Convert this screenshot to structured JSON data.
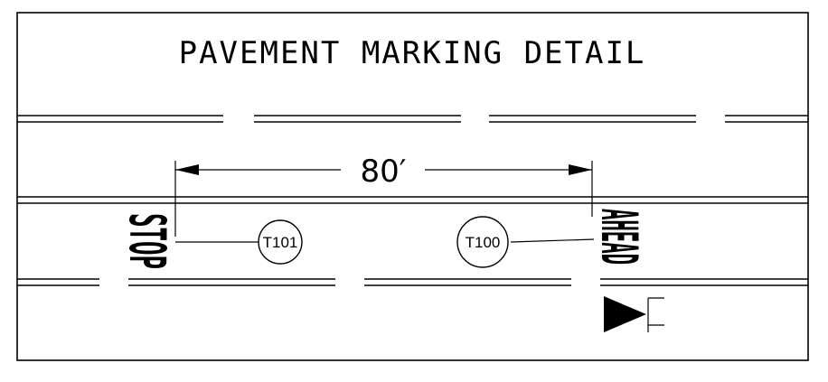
{
  "title": "PAVEMENT MARKING DETAIL",
  "dimension": {
    "label": "80′"
  },
  "legends": {
    "stop": "STOP",
    "ahead": "AHEAD"
  },
  "tags": {
    "t101": "T101",
    "t100": "T100"
  },
  "colors": {
    "ink": "#000000",
    "background": "#ffffff"
  }
}
